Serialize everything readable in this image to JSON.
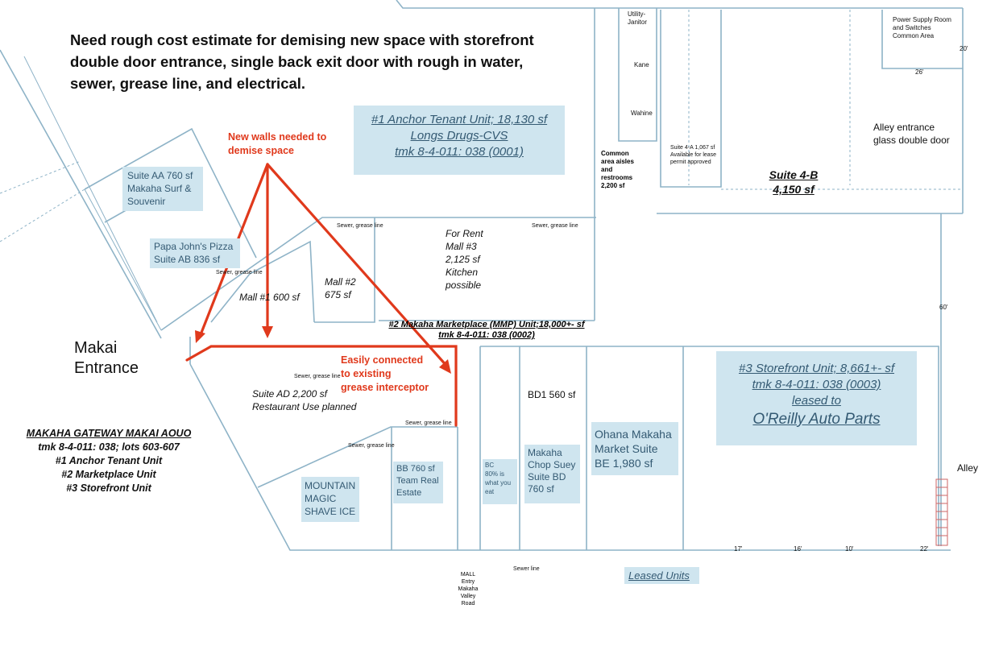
{
  "header_note": {
    "line1": "Need rough cost estimate for demising new space with storefront",
    "line2": "double door entrance, single back exit door with rough in water,",
    "line3": "sewer, grease line, and electrical."
  },
  "makai_entrance": {
    "line1": "Makai",
    "line2": "Entrance"
  },
  "owner_block": {
    "title": "MAKAHA GATEWAY MAKAI AOUO",
    "line2": "tmk 8-4-011: 038; lots 603-607",
    "line3": "#1 Anchor Tenant Unit",
    "line4": "#2 Marketplace Unit",
    "line5": "#3 Storefront Unit"
  },
  "anchor_box": {
    "line1": "#1 Anchor Tenant Unit; 18,130 sf",
    "line2": "Longs Drugs-CVS",
    "line3": "tmk 8-4-011: 038 (0001)"
  },
  "storefront_box": {
    "line1": "#3 Storefront Unit; 8,661+- sf",
    "line2": "tmk 8-4-011: 038 (0003)",
    "line3": "leased to",
    "line4": "O'Reilly Auto Parts"
  },
  "suite_aa": {
    "line1": "Suite AA 760 sf",
    "line2": "Makaha Surf &",
    "line3": "Souvenir"
  },
  "papa_johns": {
    "line1": "Papa John's Pizza",
    "line2": "Suite AB 836 sf"
  },
  "mountain_magic": {
    "line1": "MOUNTAIN",
    "line2": "MAGIC",
    "line3": "SHAVE ICE"
  },
  "bb_suite": {
    "line1": "BB 760 sf",
    "line2": "Team Real",
    "line3": "Estate"
  },
  "bc_suite": {
    "line1": "BC",
    "line2": "80% is",
    "line3": "what you",
    "line4": "eat"
  },
  "bd_suite": {
    "line1": "Makaha",
    "line2": "Chop Suey",
    "line3": "Suite BD",
    "line4": "760 sf"
  },
  "be_suite": {
    "line1": "Ohana Makaha",
    "line2": "Market Suite",
    "line3": "BE 1,980 sf"
  },
  "leased_units": "Leased Units",
  "red_notes": {
    "walls_line1": "New walls needed to",
    "walls_line2": "demise space",
    "grease_line1": "Easily connected",
    "grease_line2": "to existing",
    "grease_line3": "grease interceptor"
  },
  "mall3": {
    "line1": "For Rent",
    "line2": "Mall #3",
    "line3": "2,125 sf",
    "line4": "Kitchen",
    "line5": "possible"
  },
  "mall1": "Mall #1 600 sf",
  "mall2": {
    "line1": "Mall #2",
    "line2": "675 sf"
  },
  "suite_ad": {
    "line1": "Suite AD 2,200 sf",
    "line2": "Restaurant Use planned"
  },
  "mmp": {
    "line1": "#2 Makaha Marketplace (MMP) Unit;18,000+- sf",
    "line2": "tmk 8-4-011: 038 (0002)"
  },
  "bd1": "BD1 560 sf",
  "common_area": {
    "line1": "Common",
    "line2": "area aisles",
    "line3": "and",
    "line4": "restrooms",
    "line5": "2,200 sf"
  },
  "utility": {
    "line1": "Utility-",
    "line2": "Janitor"
  },
  "kane": "Kane",
  "wahine": "Wahine",
  "suite4a": {
    "line1": "Suite 4-A  1,067 sf",
    "line2": "Available for lease",
    "line3": "permit approved"
  },
  "suite4b": {
    "line1": "Suite 4-B",
    "line2": "4,150 sf"
  },
  "power_supply": {
    "line1": "Power Supply Room",
    "line2": "and Switches",
    "line3": "Common Area"
  },
  "alley_entrance": {
    "line1": "Alley entrance",
    "line2": "glass double door"
  },
  "alley": "Alley",
  "dimensions": {
    "d20": "20'",
    "d26": "26'",
    "d60": "60'",
    "d17": "17'",
    "d16": "16'",
    "d10": "10'",
    "d22": "22'"
  },
  "sewer_labels": {
    "s1": "Sewer, grease line",
    "s2": "Sewer, grease line",
    "s3": "Sewer, grease line",
    "s4": "Sewer, grease line",
    "s5": "Sewer, grease line",
    "s6": "Sewer, grease line",
    "sewer_line": "Sewer line"
  },
  "mall_entry": {
    "line1": "MALL",
    "line2": "Entry",
    "line3": "Makaha",
    "line4": "Valley",
    "line5": "Road"
  },
  "colors": {
    "wall": "#8eb3c7",
    "highlight_box": "#cfe5ef",
    "highlight_text": "#345a73",
    "red_markup": "#e0391c"
  }
}
